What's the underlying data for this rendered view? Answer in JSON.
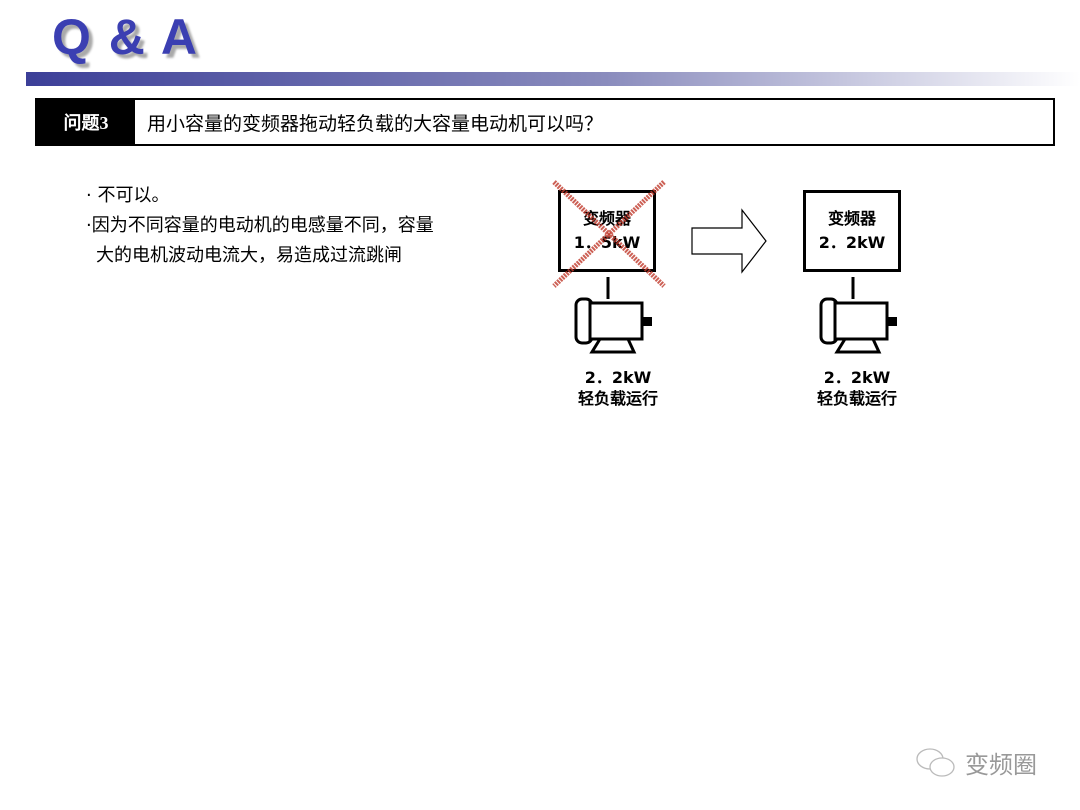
{
  "title": "Q & A",
  "question": {
    "label": "问题3",
    "text": "用小容量的变频器拖动轻负载的大容量电动机可以吗？"
  },
  "answer": {
    "bullets": [
      "· 不可以。",
      "·因为不同容量的电动机的电感量不同，容量",
      "大的电机波动电流大，易造成过流跳闸"
    ]
  },
  "diagram": {
    "left": {
      "inverter_name": "变频器",
      "inverter_power": "1．5kW",
      "motor_power": "2．2kW",
      "motor_state": "轻负载运行",
      "crossed": true
    },
    "right": {
      "inverter_name": "变频器",
      "inverter_power": "2．2kW",
      "motor_power": "2．2kW",
      "motor_state": "轻负载运行"
    },
    "cross_color": "#c0392b"
  },
  "watermark": "变频圈"
}
